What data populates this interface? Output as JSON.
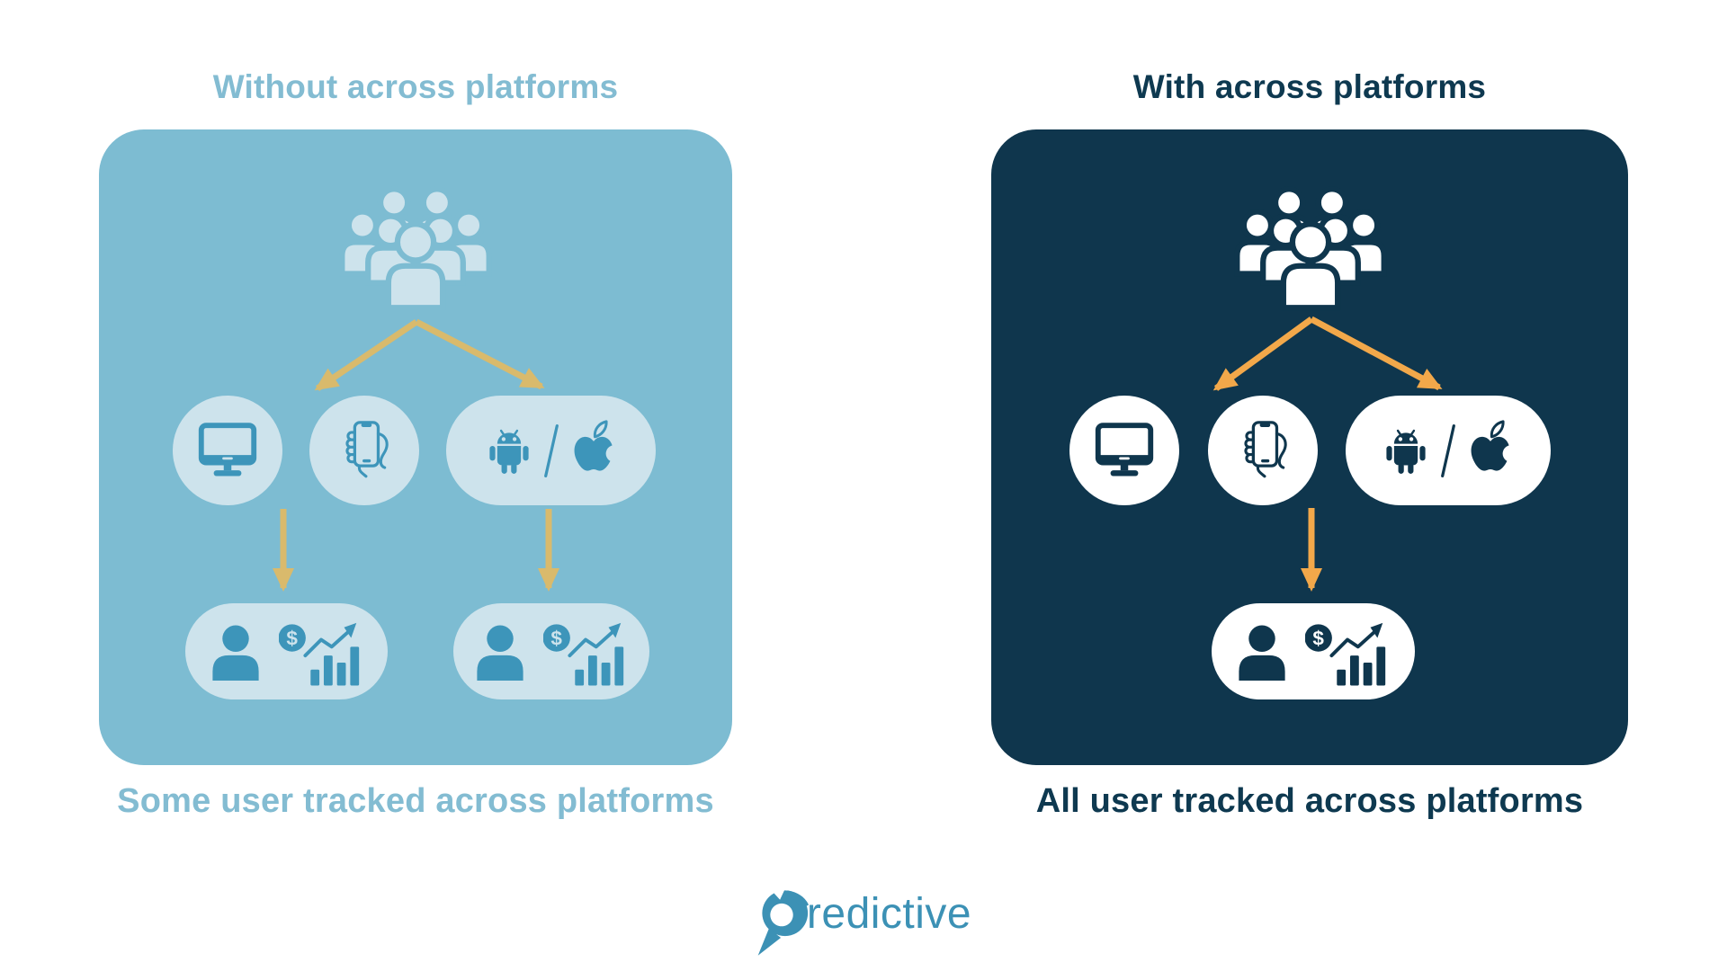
{
  "colors": {
    "page_bg": "#ffffff",
    "left_panel_bg": "#7dbcd2",
    "left_node_bg": "#cde3ec",
    "left_icon": "#3d95ba",
    "left_text": "#83bcd2",
    "left_arrow": "#d9ba6c",
    "right_panel_bg": "#0f364d",
    "right_node_bg": "#ffffff",
    "right_icon": "#0f364d",
    "right_text": "#0e3950",
    "right_arrow": "#f2a84a",
    "logo_color": "#3c91b5"
  },
  "left_panel": {
    "title": "Without across platforms",
    "caption": "Some user tracked across platforms",
    "icons": [
      "users-group",
      "desktop",
      "phone-in-hand",
      "android",
      "apple",
      "user-revenue-chart",
      "user-revenue-chart"
    ]
  },
  "right_panel": {
    "title": "With across platforms",
    "caption": "All user tracked across platforms",
    "icons": [
      "users-group",
      "desktop",
      "phone-in-hand",
      "android",
      "apple",
      "user-revenue-chart"
    ]
  },
  "icons": {
    "dollar_sign": "$"
  },
  "logo": {
    "text": "redictive",
    "brand": "Predictive"
  }
}
